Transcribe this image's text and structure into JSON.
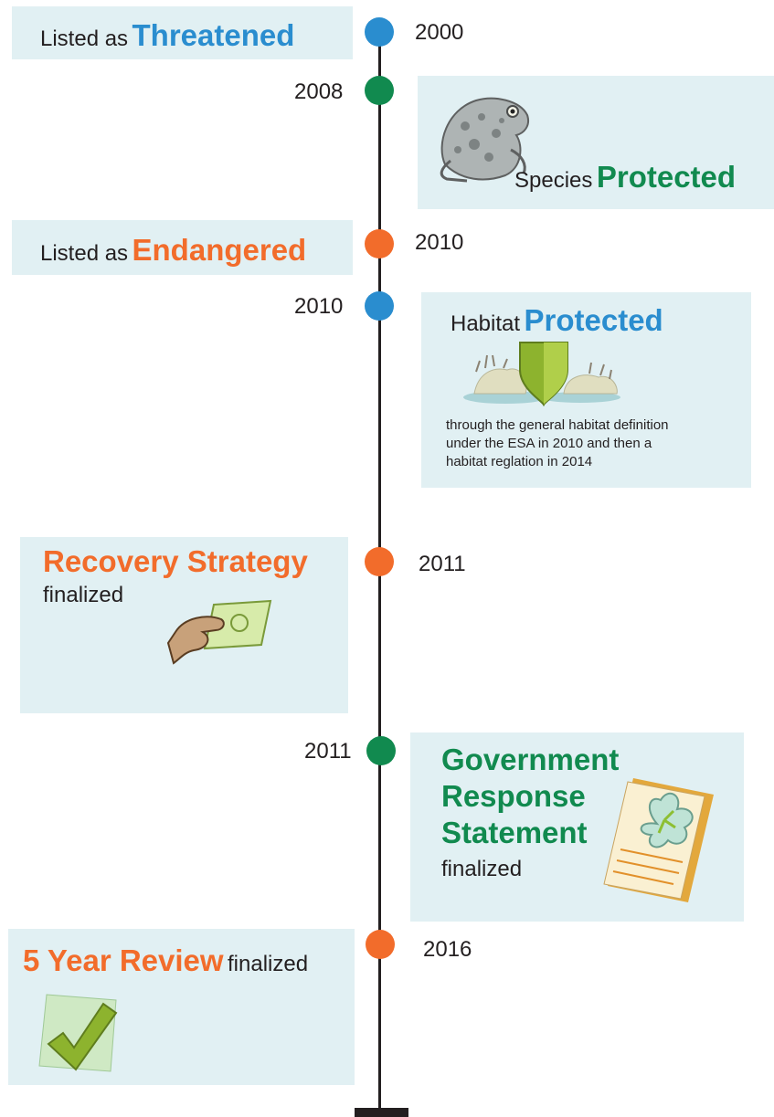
{
  "colors": {
    "blue": "#2a8dcf",
    "green": "#118a4f",
    "orange": "#f26c2b",
    "card": "#e1f0f3",
    "axis": "#231f20"
  },
  "events": [
    {
      "year": "2000",
      "prefix": "Listed as",
      "emphasis": "Threatened",
      "color": "blue"
    },
    {
      "year": "2008",
      "prefix": "Species",
      "emphasis": "Protected",
      "color": "green",
      "icon": "toad-illustration"
    },
    {
      "year": "2010",
      "prefix": "Listed as",
      "emphasis": "Endangered",
      "color": "orange"
    },
    {
      "year": "2010",
      "prefix": "Habitat",
      "emphasis": "Protected",
      "color": "blue",
      "icon": "habitat-shield-illustration",
      "note_lines": [
        "through the general habitat definition",
        "under the ESA in 2010 and then a",
        "habitat reglation in 2014"
      ]
    },
    {
      "year": "2011",
      "emphasis": "Recovery Strategy",
      "suffix": "finalized",
      "color": "orange",
      "icon": "hand-holding-money-illustration"
    },
    {
      "year": "2011",
      "emphasis_lines": [
        "Government",
        "Response",
        "Statement"
      ],
      "suffix": "finalized",
      "color": "green",
      "icon": "document-with-flower-illustration"
    },
    {
      "year": "2016",
      "emphasis": "5 Year Review",
      "suffix": "finalized",
      "color": "orange",
      "icon": "checkmark-illustration"
    }
  ]
}
